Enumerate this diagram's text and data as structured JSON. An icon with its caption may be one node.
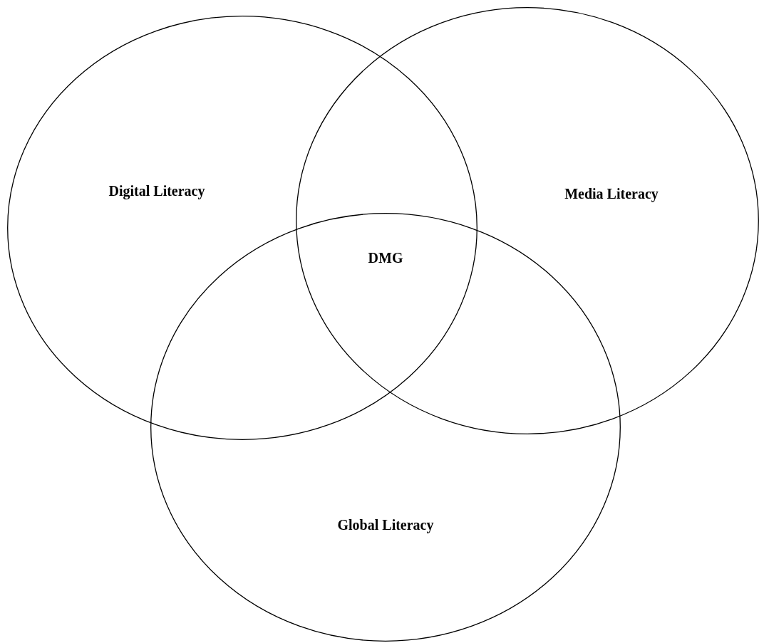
{
  "diagram": {
    "nodes": [
      {
        "text": [
          "Digital Literacy"
        ]
      },
      {
        "text": [
          "Media Literacy"
        ]
      },
      {
        "text": [
          "Global Literacy"
        ]
      }
    ],
    "edges": [],
    "labels": [
      "DMG"
    ]
  }
}
